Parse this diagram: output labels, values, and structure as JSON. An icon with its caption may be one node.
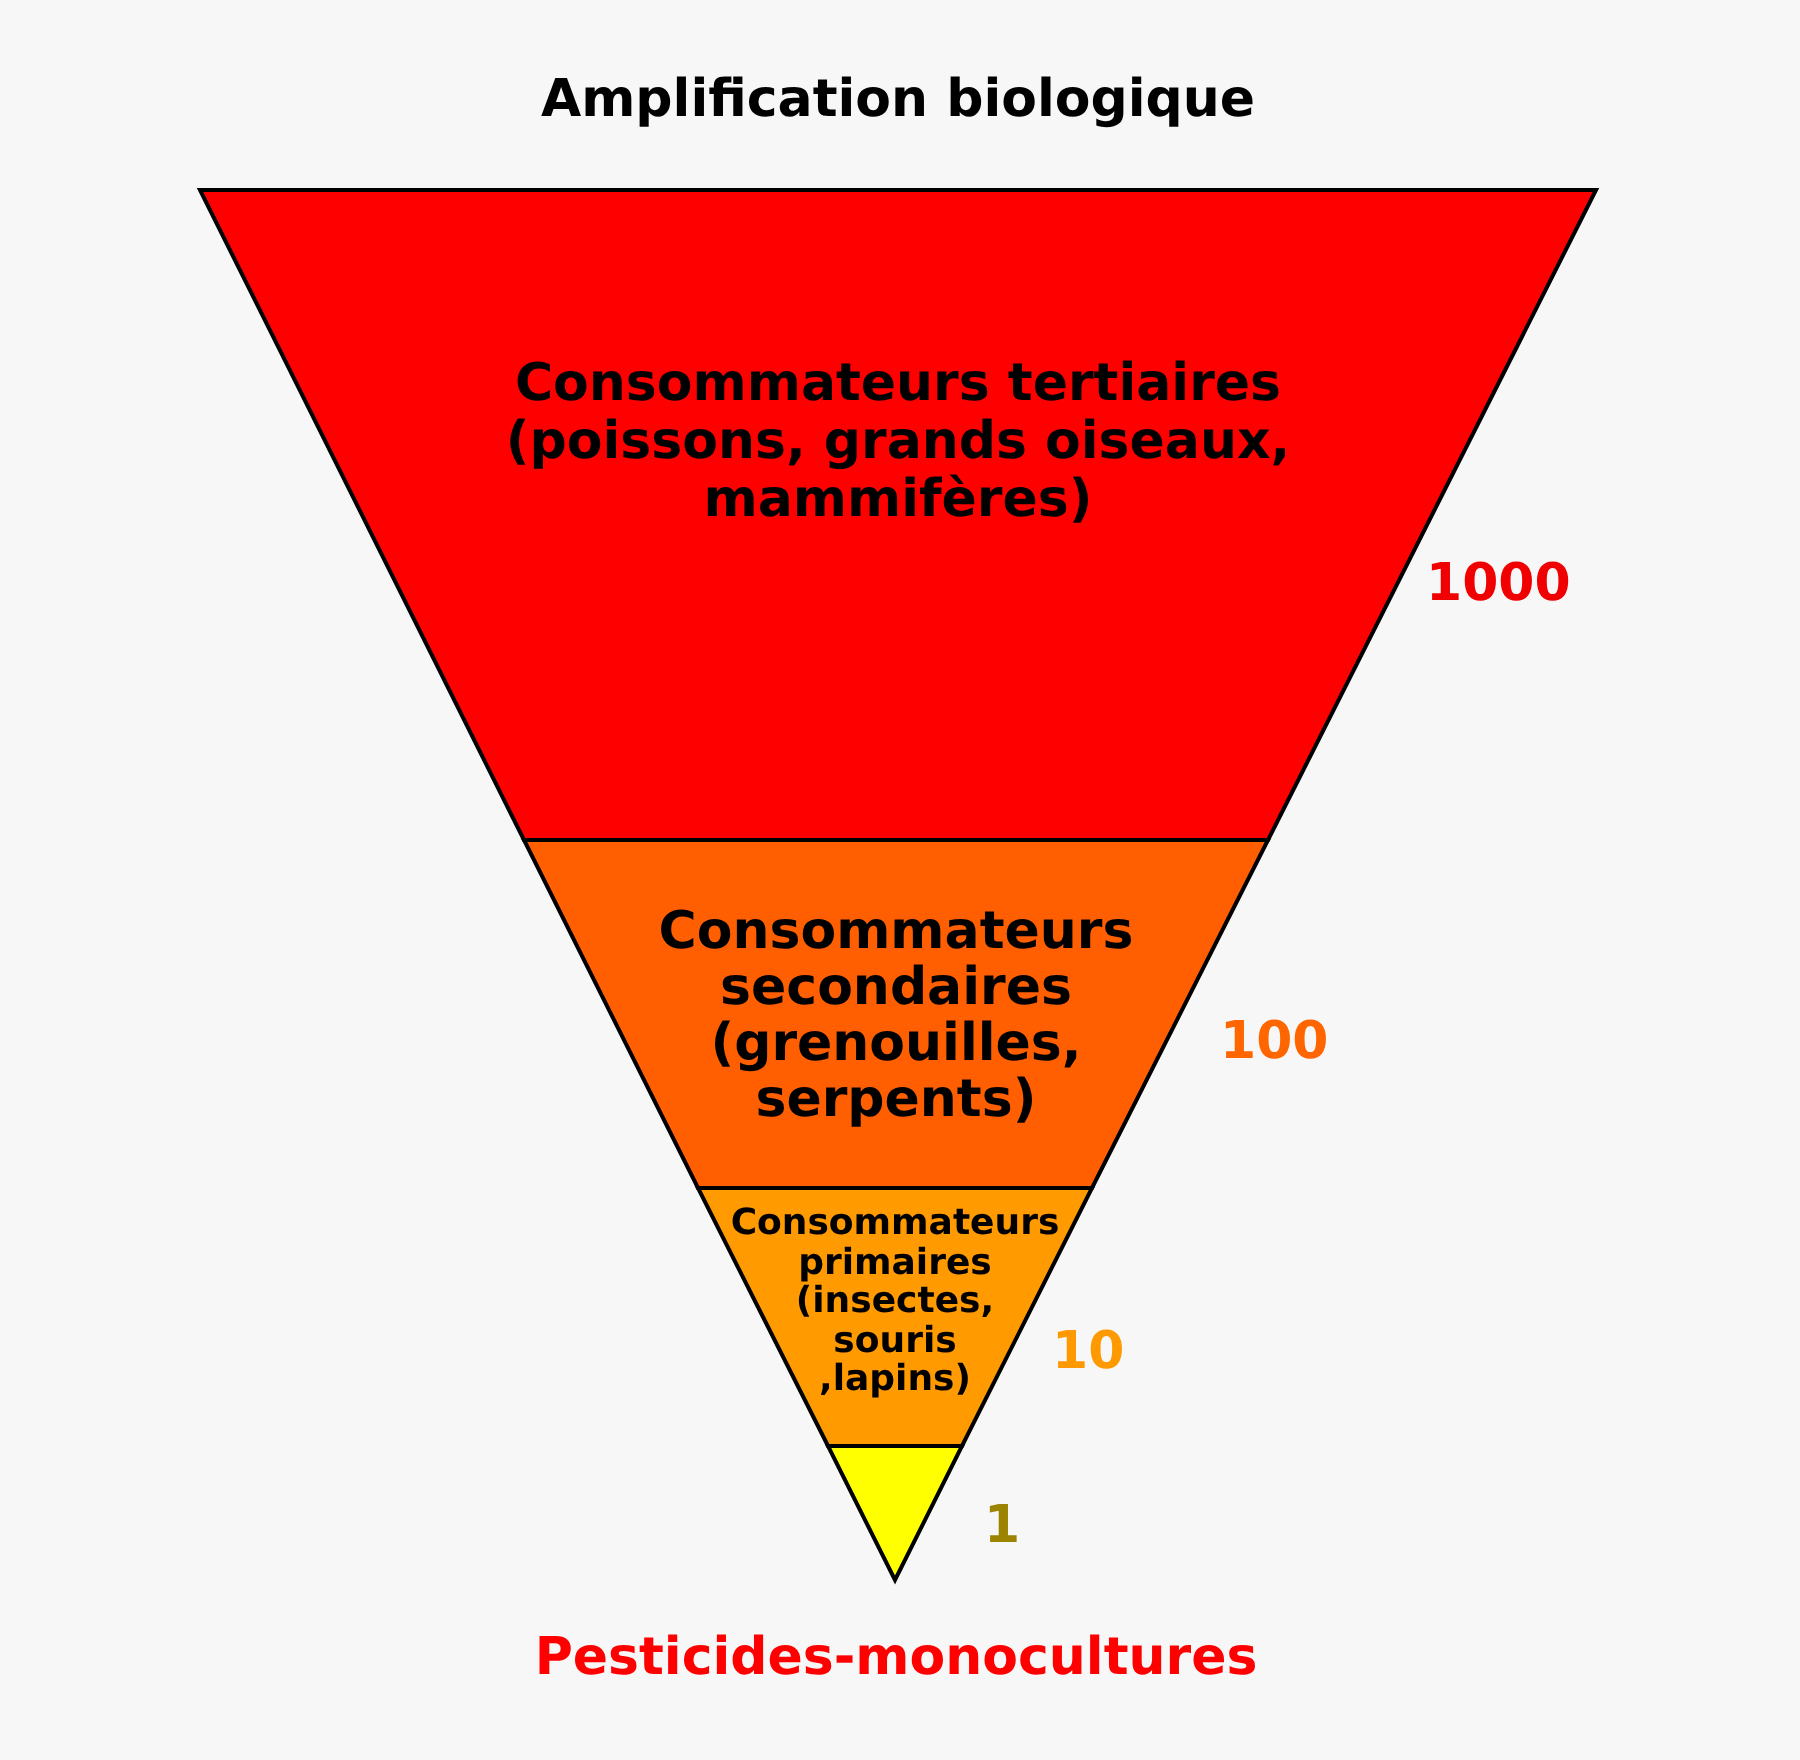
{
  "diagram": {
    "title": "Amplification biologique",
    "caption": "Pesticides-monocultures",
    "nodes": [
      {
        "text": [
          "Consommateurs tertiaires (poissons, grands oiseaux, mammifères)"
        ],
        "beside": [
          "1000"
        ]
      },
      {
        "text": [
          "Consommateurs secondaires (grenouilles, serpents)"
        ],
        "beside": [
          "100"
        ]
      },
      {
        "text": [
          "Consommateurs primaires (insectes, souris ,lapins)"
        ],
        "beside": [
          "10"
        ]
      },
      {
        "text": [],
        "shape": "triangle",
        "beside": [
          "1"
        ]
      }
    ]
  }
}
